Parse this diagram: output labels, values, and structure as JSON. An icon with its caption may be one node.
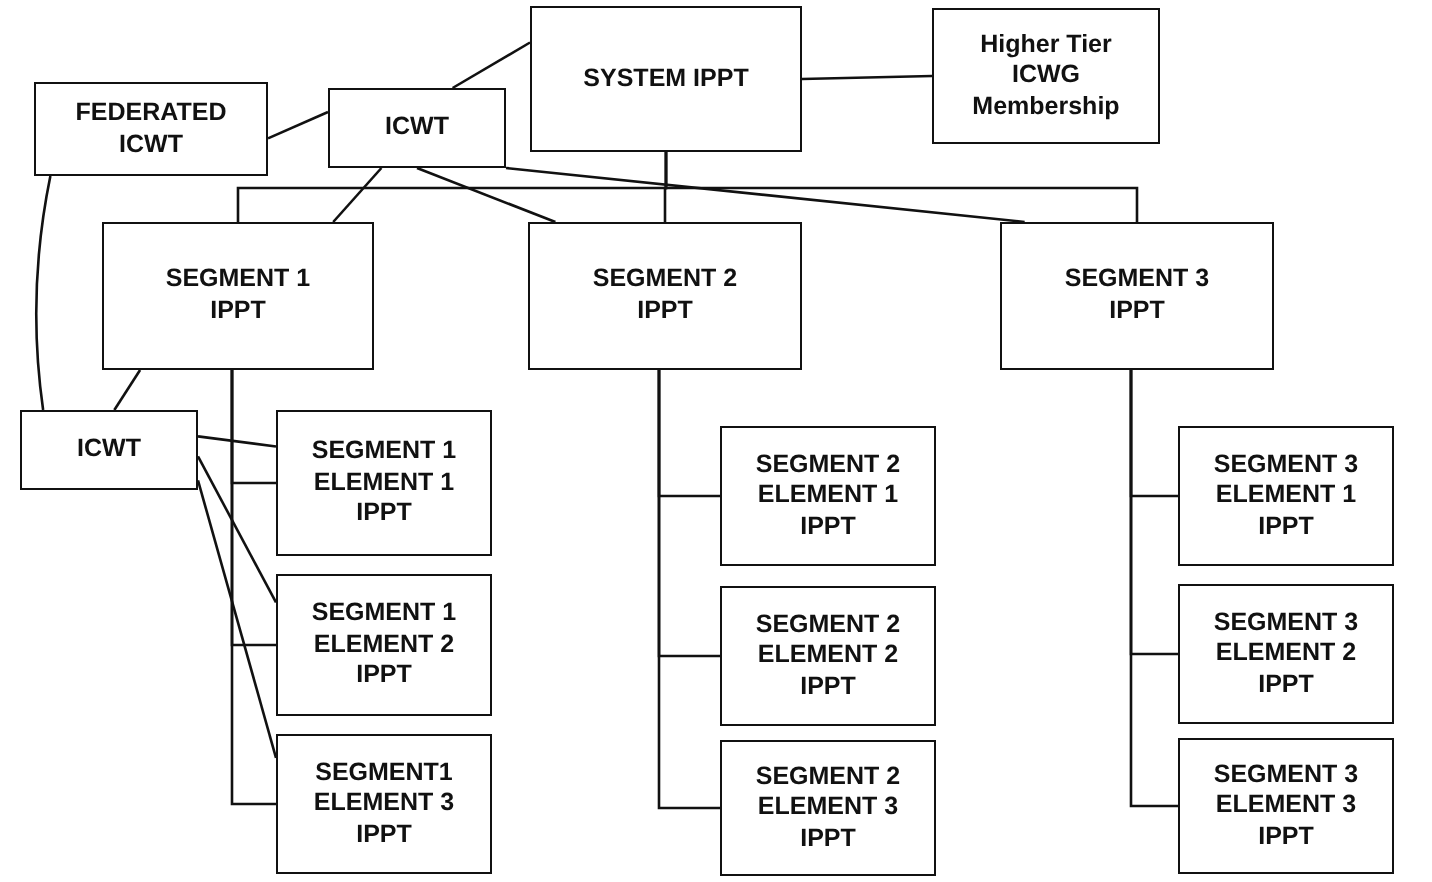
{
  "diagram": {
    "nodes": [
      {
        "text": [
          "SYSTEM IPPT"
        ]
      },
      {
        "text": [
          "Higher Tier ICWG Membership"
        ]
      },
      {
        "text": [
          "FEDERATED ICWT"
        ]
      },
      {
        "text": [
          "ICWT"
        ]
      },
      {
        "text": [
          "SEGMENT 1 IPPT"
        ]
      },
      {
        "text": [
          "SEGMENT 2 IPPT"
        ]
      },
      {
        "text": [
          "SEGMENT 3 IPPT"
        ]
      },
      {
        "text": [
          "ICWT"
        ]
      },
      {
        "text": [
          "SEGMENT 1 ELEMENT 1 IPPT"
        ]
      },
      {
        "text": [
          "SEGMENT 1 ELEMENT 2 IPPT"
        ]
      },
      {
        "text": [
          "SEGMENT1 ELEMENT 3 IPPT"
        ]
      },
      {
        "text": [
          "SEGMENT 2 ELEMENT 1 IPPT"
        ]
      },
      {
        "text": [
          "SEGMENT 2 ELEMENT 2 IPPT"
        ]
      },
      {
        "text": [
          "SEGMENT 2 ELEMENT 3 IPPT"
        ]
      },
      {
        "text": [
          "SEGMENT 3 ELEMENT 1 IPPT"
        ]
      },
      {
        "text": [
          "SEGMENT 3 ELEMENT 2 IPPT"
        ]
      },
      {
        "text": [
          "SEGMENT 3 ELEMENT 3 IPPT"
        ]
      }
    ],
    "edges": [
      {
        "from": 0,
        "to": 1,
        "arrow": "none"
      },
      {
        "from": 3,
        "to": 0,
        "arrow": "none"
      },
      {
        "from": 2,
        "to": 3,
        "arrow": "none"
      },
      {
        "from": 0,
        "to": 4,
        "arrow": "none"
      },
      {
        "from": 0,
        "to": 5,
        "arrow": "none"
      },
      {
        "from": 0,
        "to": 6,
        "arrow": "none"
      },
      {
        "from": 3,
        "to": 4,
        "arrow": "none"
      },
      {
        "from": 3,
        "to": 5,
        "arrow": "none"
      },
      {
        "from": 3,
        "to": 6,
        "arrow": "none"
      },
      {
        "from": 2,
        "to": 7,
        "arrow": "none"
      },
      {
        "from": 4,
        "to": 7,
        "arrow": "none"
      },
      {
        "from": 7,
        "to": 8,
        "arrow": "none"
      },
      {
        "from": 7,
        "to": 9,
        "arrow": "none"
      },
      {
        "from": 7,
        "to": 10,
        "arrow": "none"
      },
      {
        "from": 4,
        "to": 8,
        "arrow": "none"
      },
      {
        "from": 4,
        "to": 9,
        "arrow": "none"
      },
      {
        "from": 4,
        "to": 10,
        "arrow": "none"
      },
      {
        "from": 5,
        "to": 11,
        "arrow": "none"
      },
      {
        "from": 5,
        "to": 12,
        "arrow": "none"
      },
      {
        "from": 5,
        "to": 13,
        "arrow": "none"
      },
      {
        "from": 6,
        "to": 14,
        "arrow": "none"
      },
      {
        "from": 6,
        "to": 15,
        "arrow": "none"
      },
      {
        "from": 6,
        "to": 16,
        "arrow": "none"
      }
    ]
  }
}
